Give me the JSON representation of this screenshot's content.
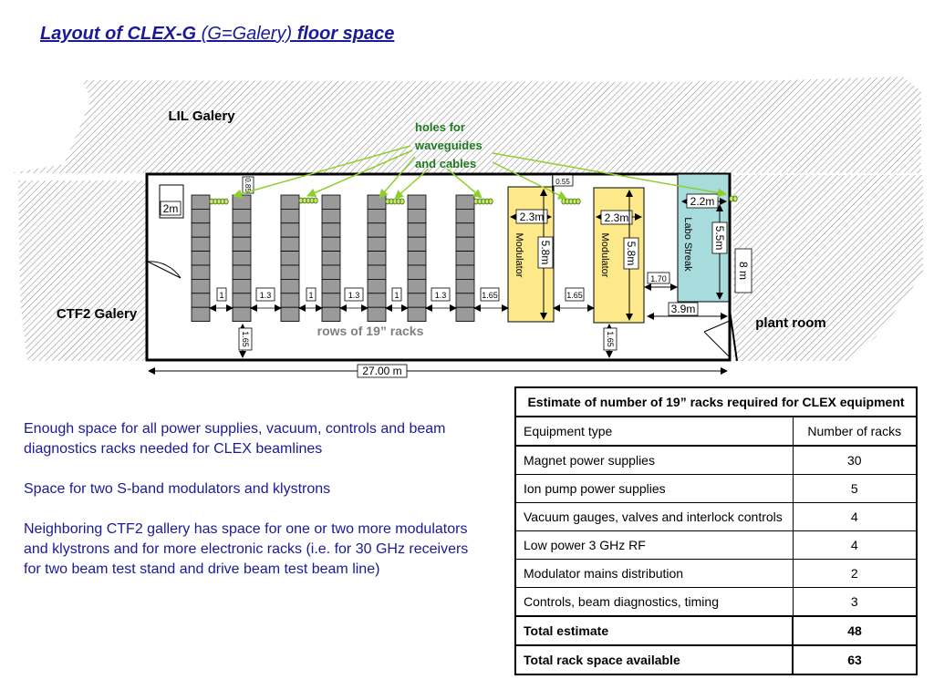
{
  "title": {
    "part1": "Layout of CLEX-G",
    "part2": " (G=Galery) ",
    "part3": "floor space"
  },
  "diagram": {
    "labels": {
      "lil_galery": "LIL Galery",
      "ctf2_galery": "CTF2 Galery",
      "plant_room": "plant room",
      "holes": [
        "holes for",
        "waveguides",
        "and cables"
      ],
      "rows_of_racks": "rows of 19”  racks",
      "modulator": "Modulator",
      "labo_streak": "Labo Streak"
    },
    "dimensions": {
      "door_width": "2m",
      "top_gap_left": "0.85",
      "top_gap_right": "0.55",
      "gap_1": "1",
      "gap_13": "1.3",
      "gap_165": "1.65",
      "gap_170": "1.70",
      "aisle_165": "1.65",
      "modulator_width": "2.3m",
      "modulator_length": "5.8m",
      "labo_width": "2.2m",
      "labo_length": "5.5m",
      "labo_bottom": "3.9m",
      "hall_width": "8 m",
      "total_length": "27.00 m"
    }
  },
  "notes": [
    "Enough space for all power supplies, vacuum, controls and beam diagnostics racks needed for CLEX beamlines",
    "Space for two S-band modulators and klystrons",
    "Neighboring CTF2 gallery has space for one or two more modulators and klystrons and for more electronic racks (i.e. for 30 GHz receivers for two beam test stand and drive beam test beam line)"
  ],
  "table": {
    "caption": "Estimate of number of 19” racks required for CLEX equipment",
    "headers": [
      "Equipment type",
      "Number of racks"
    ],
    "rows": [
      [
        "Magnet power supplies",
        "30"
      ],
      [
        "Ion pump power supplies",
        "5"
      ],
      [
        "Vacuum gauges, valves and interlock controls",
        "4"
      ],
      [
        "Low power 3 GHz RF",
        "4"
      ],
      [
        "Modulator mains distribution",
        "2"
      ],
      [
        "Controls, beam diagnostics, timing",
        "3"
      ]
    ],
    "totals": [
      [
        "Total estimate",
        "48"
      ],
      [
        "Total rack space available",
        "63"
      ]
    ]
  },
  "colors": {
    "title_blue": "#1a1a99",
    "holes_green": "#1e7a1e",
    "arrow_green": "#8fcf2a",
    "modulator_yellow": "#fde98a",
    "labo_cyan": "#a8dcdc",
    "rack_gray": "#9a9a9a"
  }
}
